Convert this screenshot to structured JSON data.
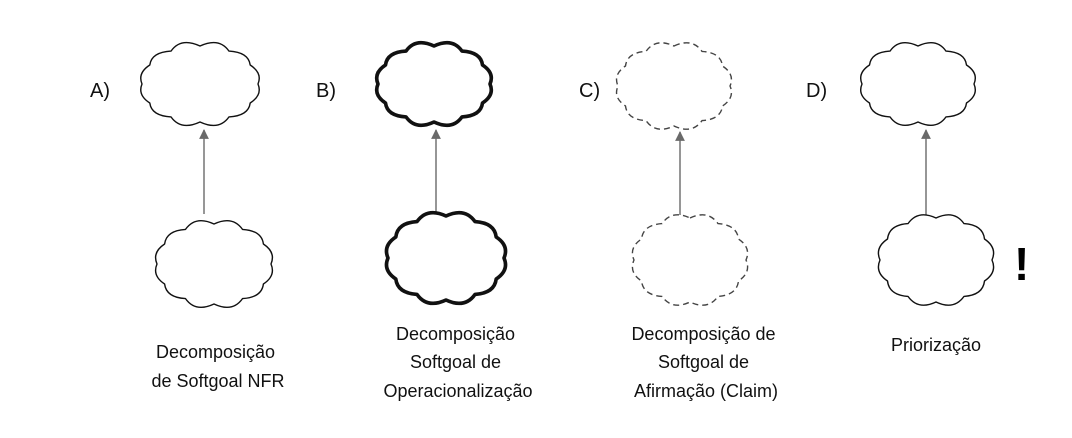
{
  "panels": [
    {
      "letter": "A)",
      "caption": [
        "Decomposição",
        "de Softgoal NFR"
      ],
      "style": "normal"
    },
    {
      "letter": "B)",
      "caption": [
        "Decomposição",
        "Softgoal de",
        "Operacionalização"
      ],
      "style": "bold"
    },
    {
      "letter": "C)",
      "caption": [
        "Decomposição de",
        "Softgoal de",
        "Afirmação (Claim)"
      ],
      "style": "dashed"
    },
    {
      "letter": "D)",
      "caption": [
        "Priorização"
      ],
      "style": "normal"
    }
  ],
  "priority_mark": "!"
}
